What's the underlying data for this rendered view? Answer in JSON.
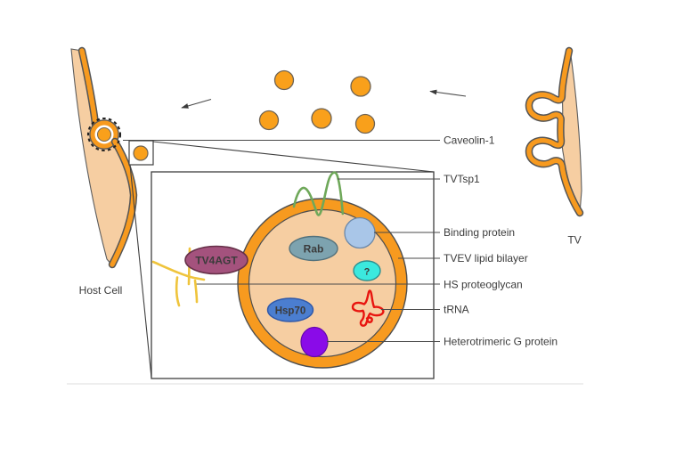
{
  "figure": {
    "host_cell_label": "Host Cell",
    "tv_label": "TV",
    "callouts": [
      {
        "label": "Caveolin-1"
      },
      {
        "label": "TVTsp1"
      },
      {
        "label": "Binding protein"
      },
      {
        "label": "TVEV lipid bilayer"
      },
      {
        "label": "HS proteoglycan"
      },
      {
        "label": "tRNA"
      },
      {
        "label": "Heterotrimeric G protein"
      }
    ],
    "molecules": {
      "tv4agt": "TV4AGT",
      "rab": "Rab",
      "hsp70": "Hsp70",
      "unknown_protein": "?"
    },
    "colors": {
      "membrane_orange": "#F79A1F",
      "vesicle_orange": "#F9A01B",
      "cytoplasm_peach": "#F6CEA2",
      "tv4agt_plum": "#A4527D",
      "rab_slate": "#7DA3AF",
      "hsp70_blue": "#4B7ED0",
      "unknown_cyan": "#3BE9DE",
      "binding_protein_blue": "#A9C6E8",
      "g_protein_purple": "#8A0BE8",
      "trna_red": "#E8150F",
      "tvtsp1_green": "#6FA85A",
      "hs_proteoglycan_yellow": "#EFC43C"
    }
  }
}
